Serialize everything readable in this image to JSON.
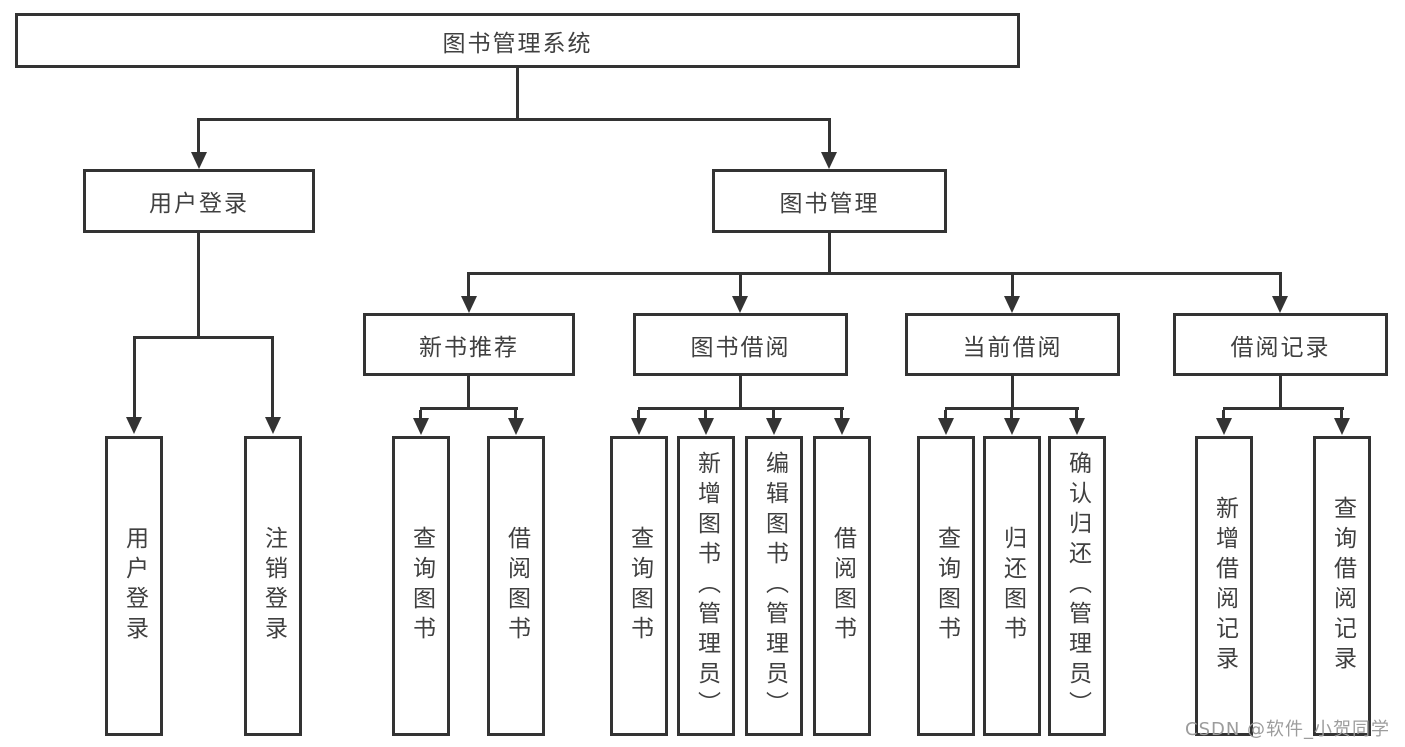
{
  "diagram": {
    "root": {
      "label": "图书管理系统"
    },
    "branches": [
      {
        "label": "用户登录",
        "children": [
          {
            "label": "用户登录"
          },
          {
            "label": "注销登录"
          }
        ]
      },
      {
        "label": "图书管理",
        "children": [
          {
            "label": "新书推荐",
            "children": [
              {
                "label": "查询图书"
              },
              {
                "label": "借阅图书"
              }
            ]
          },
          {
            "label": "图书借阅",
            "children": [
              {
                "label": "查询图书"
              },
              {
                "label": "新增图书（管理员）"
              },
              {
                "label": "编辑图书（管理员）"
              },
              {
                "label": "借阅图书"
              }
            ]
          },
          {
            "label": "当前借阅",
            "children": [
              {
                "label": "查询图书"
              },
              {
                "label": "归还图书"
              },
              {
                "label": "确认归还（管理员）"
              }
            ]
          },
          {
            "label": "借阅记录",
            "children": [
              {
                "label": "新增借阅记录"
              },
              {
                "label": "查询借阅记录"
              }
            ]
          }
        ]
      }
    ]
  },
  "watermark": {
    "text": "CSDN @软件_小贺同学"
  },
  "colors": {
    "line": "#333333",
    "text": "#404040",
    "watermark": "#9c9c9c",
    "background": "#ffffff"
  }
}
